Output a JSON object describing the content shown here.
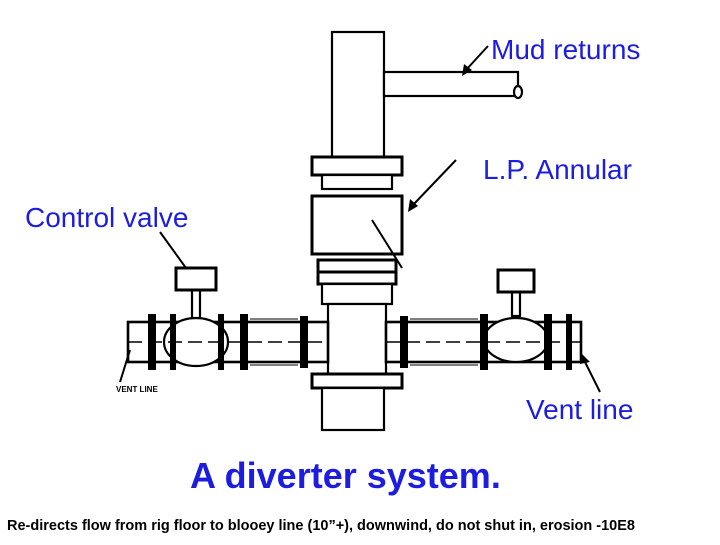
{
  "labels": {
    "mud_returns": "Mud returns",
    "lp_annular": "L.P. Annular",
    "control_valve": "Control valve",
    "vent_line": "Vent line",
    "vent_line_drawing": "VENT LINE"
  },
  "title": "A diverter system.",
  "footnote": "Re-directs flow from rig floor to blooey line (10”+), downwind, do not shut in,  erosion -10E8",
  "colors": {
    "label": "#1d1de0",
    "ink": "#000000"
  }
}
